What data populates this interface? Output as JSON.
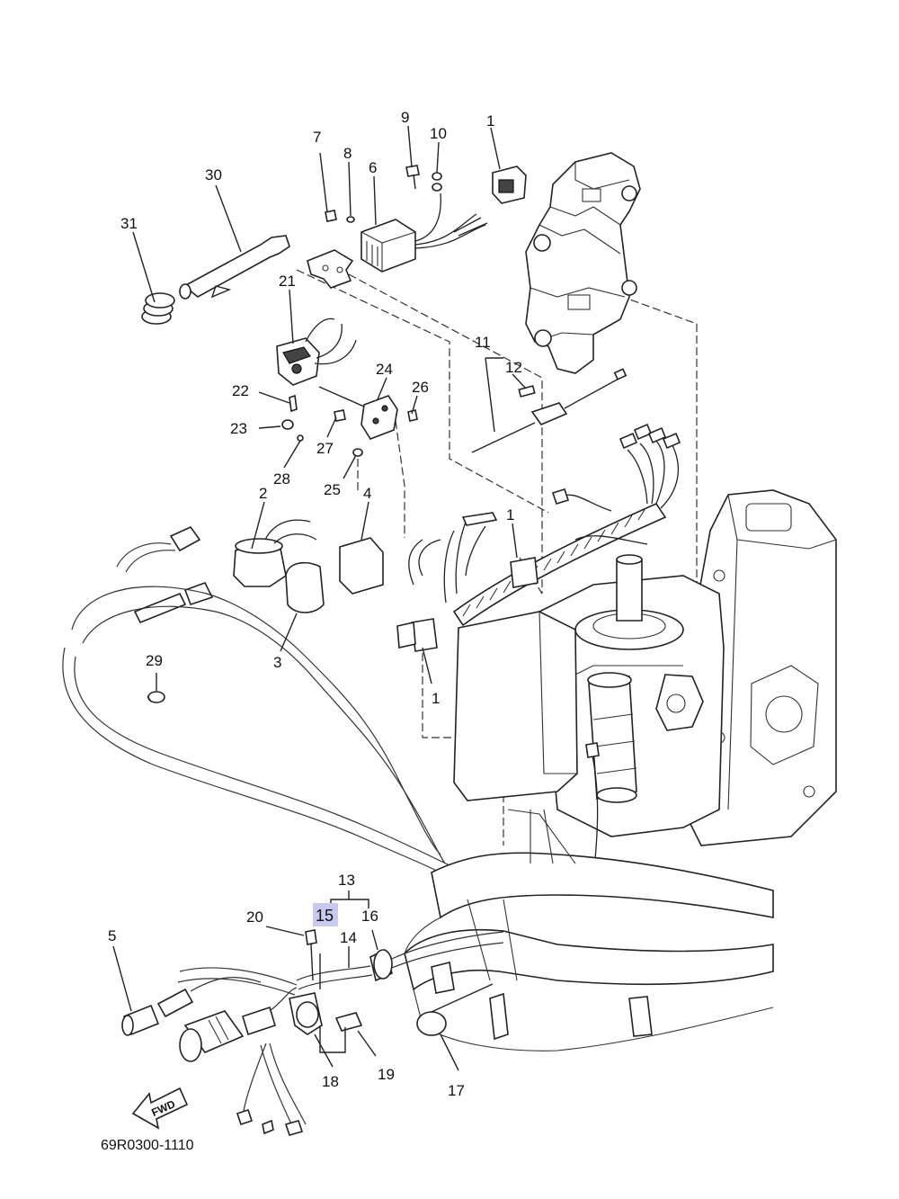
{
  "diagram": {
    "parts": [
      {
        "ref": "1"
      },
      {
        "ref": "1"
      },
      {
        "ref": "1"
      },
      {
        "ref": "2"
      },
      {
        "ref": "3"
      },
      {
        "ref": "4"
      },
      {
        "ref": "5"
      },
      {
        "ref": "6"
      },
      {
        "ref": "7"
      },
      {
        "ref": "8"
      },
      {
        "ref": "9"
      },
      {
        "ref": "10"
      },
      {
        "ref": "11"
      },
      {
        "ref": "12"
      },
      {
        "ref": "13"
      },
      {
        "ref": "14"
      },
      {
        "ref": "15",
        "highlighted": true
      },
      {
        "ref": "16"
      },
      {
        "ref": "17"
      },
      {
        "ref": "18"
      },
      {
        "ref": "19"
      },
      {
        "ref": "20"
      },
      {
        "ref": "21"
      },
      {
        "ref": "22"
      },
      {
        "ref": "23"
      },
      {
        "ref": "24"
      },
      {
        "ref": "25"
      },
      {
        "ref": "26"
      },
      {
        "ref": "27"
      },
      {
        "ref": "28"
      },
      {
        "ref": "29"
      },
      {
        "ref": "30"
      },
      {
        "ref": "31"
      }
    ],
    "drawing_code": "69R0300-1110",
    "fwd_arrow_text": "FWD",
    "highlight_color": "#c8c8f0"
  }
}
